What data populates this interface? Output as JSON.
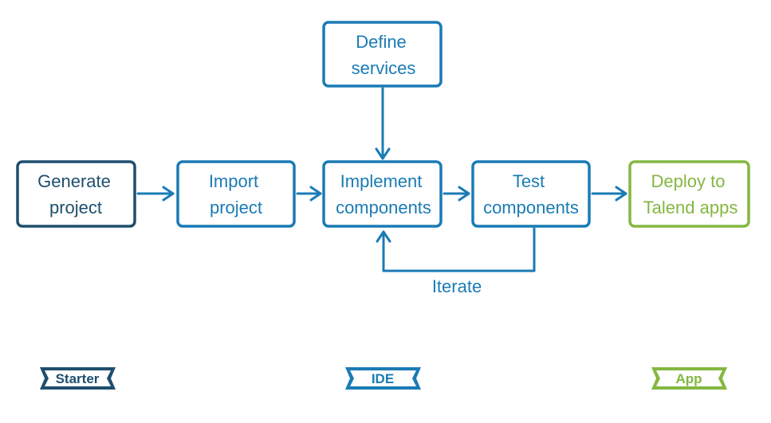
{
  "colors": {
    "dark": "#1f4e6e",
    "blue": "#1a7bb5",
    "green": "#84b741"
  },
  "nodes": {
    "generate": {
      "line1": "Generate",
      "line2": "project"
    },
    "import": {
      "line1": "Import",
      "line2": "project"
    },
    "define": {
      "line1": "Define",
      "line2": "services"
    },
    "implement": {
      "line1": "Implement",
      "line2": "components"
    },
    "test": {
      "line1": "Test",
      "line2": "components"
    },
    "deploy": {
      "line1": "Deploy to",
      "line2": "Talend apps"
    }
  },
  "edges": {
    "iterate_label": "Iterate"
  },
  "tags": {
    "starter": "Starter",
    "ide": "IDE",
    "app": "App"
  }
}
